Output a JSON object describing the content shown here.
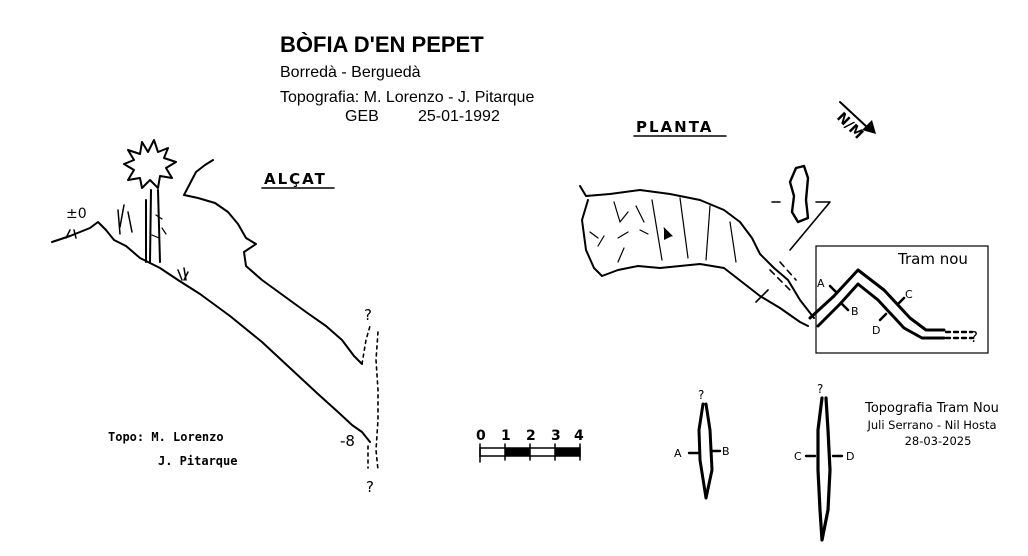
{
  "header": {
    "title": "BÒFIA D'EN PEPET",
    "location": "Borredà - Berguedà",
    "topography": "Topografia: M. Lorenzo - J. Pitarque",
    "club": "GEB",
    "date": "25-01-1992"
  },
  "elevation": {
    "heading": "ALÇAT",
    "datum_label": "±0",
    "depth_label": "-8",
    "unknown_top": "?",
    "unknown_bottom": "?",
    "credit_line1": "Topo: M. Lorenzo",
    "credit_line2": "J. Pitarque"
  },
  "plan": {
    "heading": "PLANTA",
    "north_label": "N/M",
    "new_section_label": "Tram nou",
    "section_markers": [
      "A",
      "B",
      "C",
      "D"
    ],
    "unknown_end": "?"
  },
  "scale_bar": {
    "ticks": [
      "0",
      "1",
      "2",
      "3",
      "4"
    ]
  },
  "cross_sections": {
    "ab": {
      "left": "A",
      "right": "B",
      "unknown": "?"
    },
    "cd": {
      "left": "C",
      "right": "D",
      "unknown": "?"
    }
  },
  "new_survey": {
    "title": "Topografia Tram Nou",
    "authors": "Juli Serrano - Nil Hosta",
    "date": "28-03-2025"
  }
}
